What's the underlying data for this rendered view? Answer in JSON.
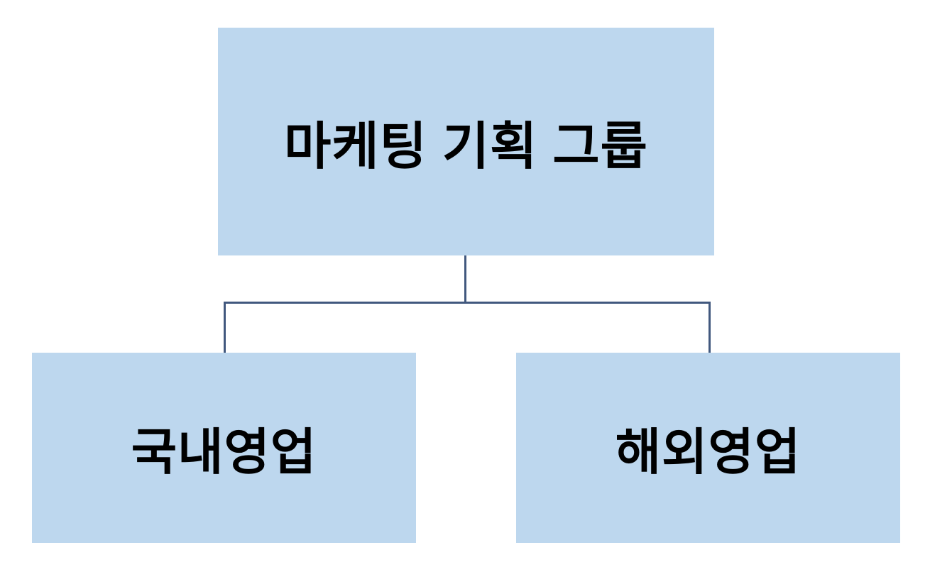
{
  "diagram": {
    "type": "org-chart",
    "nodes": {
      "root": {
        "label": "마케팅 기획 그룹"
      },
      "child_left": {
        "label": "국내영업"
      },
      "child_right": {
        "label": "해외영업"
      }
    },
    "edges": [
      {
        "from": "root",
        "to": "child_left"
      },
      {
        "from": "root",
        "to": "child_right"
      }
    ],
    "colors": {
      "node_fill": "#BDD7EE",
      "node_text": "#000000",
      "connector": "#41587E",
      "background": "#FFFFFF"
    }
  }
}
